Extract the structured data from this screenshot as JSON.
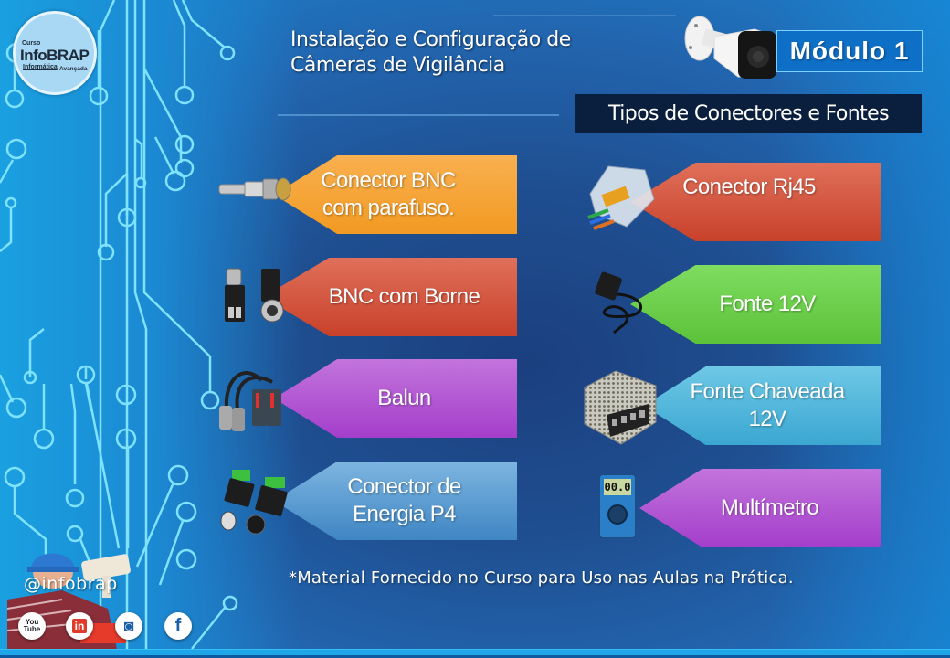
{
  "brand": {
    "logo_line1": "Curso",
    "logo_line2": "InfoBRAP",
    "logo_line3": "Informática",
    "logo_line4": "Avançada"
  },
  "header": {
    "title_line1": "Instalação e Configuração de",
    "title_line2": "Câmeras de Vigilância",
    "module_label": "Módulo 1",
    "subtitle": "Tipos de Conectores e Fontes"
  },
  "items_left": [
    {
      "label_line1": "Conector BNC",
      "label_line2": "com parafuso.",
      "color": "#f29a22",
      "icon": "bnc-screw-connector-icon"
    },
    {
      "label_line1": "BNC com Borne",
      "label_line2": "",
      "color": "#c8412a",
      "icon": "bnc-terminal-connector-icon"
    },
    {
      "label_line1": "Balun",
      "label_line2": "",
      "color": "#a43ecb",
      "icon": "video-balun-icon"
    },
    {
      "label_line1": "Conector de",
      "label_line2": "Energia P4",
      "color": "#3f86c4",
      "icon": "p4-power-connector-icon"
    }
  ],
  "items_right": [
    {
      "label_line1": "Conector Rj45",
      "label_line2": "",
      "color": "#c8412a",
      "icon": "rj45-connector-icon"
    },
    {
      "label_line1": "Fonte 12V",
      "label_line2": "",
      "color": "#5cc23a",
      "icon": "power-adapter-icon"
    },
    {
      "label_line1": "Fonte Chaveada",
      "label_line2": "12V",
      "color": "#3ba7d1",
      "icon": "switching-power-supply-icon"
    },
    {
      "label_line1": "Multímetro",
      "label_line2": "",
      "color": "#a43ecb",
      "icon": "multimeter-icon"
    }
  ],
  "multimeter_display": "00.0",
  "footer": {
    "handle": "@infobrap",
    "note": "*Material Fornecido no Curso para Uso nas Aulas na Prática.",
    "social": [
      {
        "name": "YouTube",
        "glyph": "You Tube",
        "color": "#c4302b"
      },
      {
        "name": "LinkedIn",
        "glyph": "in",
        "color": "#e03a2a"
      },
      {
        "name": "Instagram",
        "glyph": "◙",
        "color": "#1f5fa8"
      },
      {
        "name": "Facebook",
        "glyph": "f",
        "color": "#1f5fa8"
      }
    ]
  },
  "colors": {
    "accent_blue": "#0e6fc6",
    "subtitle_bg": "#0a1f3d",
    "circuit_line": "#7fe3ff"
  }
}
